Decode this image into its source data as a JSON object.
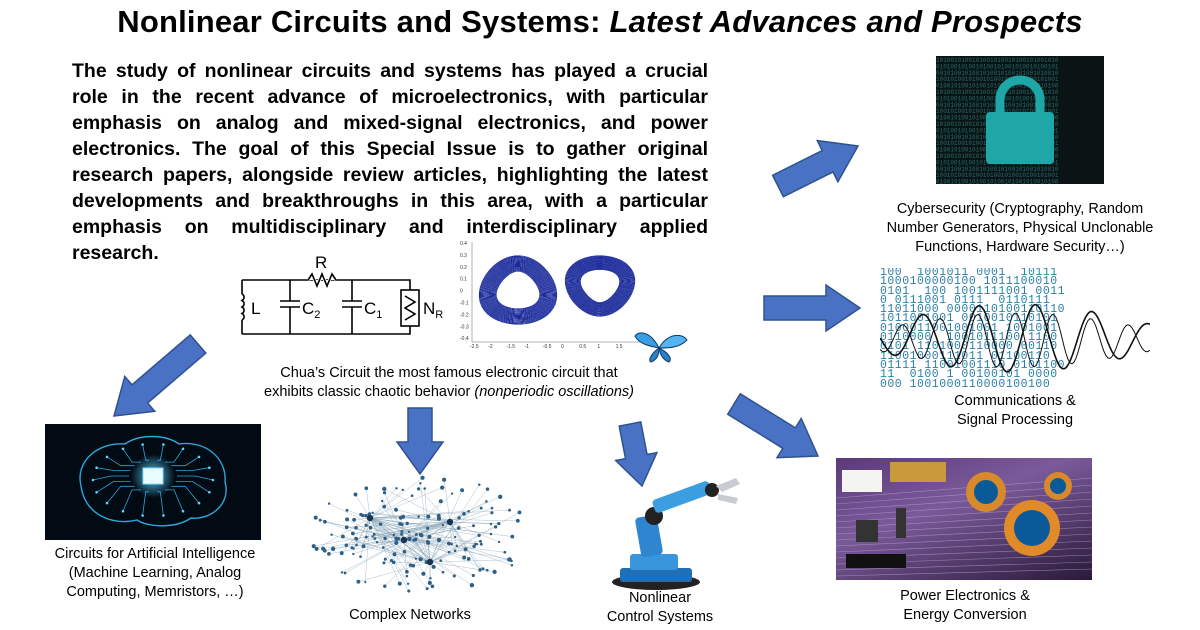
{
  "header": {
    "title_main": "Nonlinear Circuits and Systems: ",
    "title_emph": "Latest Advances and Prospects"
  },
  "intro": {
    "text": "The study of nonlinear circuits and systems has played a crucial role in the recent advance of microelectronics, with particular emphasis on analog and mixed-signal electronics, and power electronics. The goal of this Special Issue is to gather original research papers, alongside review articles, highlighting the latest developments and breakthroughs in this area, with a particular emphasis on multidisciplinary and interdisciplinary applied research."
  },
  "chua": {
    "circuit_labels": {
      "r": "R",
      "l": "L",
      "c2": "C",
      "c2_sub": "2",
      "c1": "C",
      "c1_sub": "1",
      "nr": "N",
      "nr_sub": "R"
    },
    "y_ticks": [
      "0.4",
      "0.3",
      "0.2",
      "0.1",
      "0",
      "-0.1",
      "-0.2",
      "-0.3",
      "-0.4"
    ],
    "x_ticks": [
      "-2.5",
      "-2",
      "-1.5",
      "-1",
      "-0.5",
      "0",
      "0.5",
      "1",
      "1.5"
    ],
    "caption_line1": "Chua’s Circuit the most famous electronic circuit that",
    "caption_line2": "exhibits classic chaotic behavior ",
    "caption_italic": "(nonperiodic oscillations)",
    "attractor_color": "#1a2a9a"
  },
  "topics": {
    "cyber": {
      "line1": "Cybersecurity (Cryptography, Random",
      "line2": "Number Generators, Physical Unclonable",
      "line3": "Functions, Hardware Security…)"
    },
    "comms": {
      "line1": "Communications &",
      "line2": "Signal Processing",
      "binary_rows": [
        "100  1001011 0001  10111",
        "1000100000100 1011100010",
        "0101  100 1001111001 0011",
        "0 0111001 0111  0110111",
        "11011000 0000110100110110",
        "1011001001 0010010110101",
        "0100011001001001 1001001",
        "0110000  1001011100 1100",
        "0101 1101000110000 00110",
        "11001000111011 01100110",
        "01111 11001001110 0101100",
        "11  0100 1 00100101 0000",
        "000 1001000110000100100"
      ]
    },
    "ai": {
      "line1": "Circuits for Artificial Intelligence",
      "line2": "(Machine Learning, Analog",
      "line3": "Computing, Memristors, …)"
    },
    "networks": {
      "line1": "Complex Networks"
    },
    "control": {
      "line1": "Nonlinear",
      "line2": "Control Systems"
    },
    "power": {
      "line1": "Power Electronics &",
      "line2": "Energy Conversion"
    }
  },
  "colors": {
    "arrow": "#4a72c4",
    "arrow_stroke": "#2f528f",
    "cyber_bg": "#0a1414",
    "cyber_lock": "#1fa6a6"
  }
}
